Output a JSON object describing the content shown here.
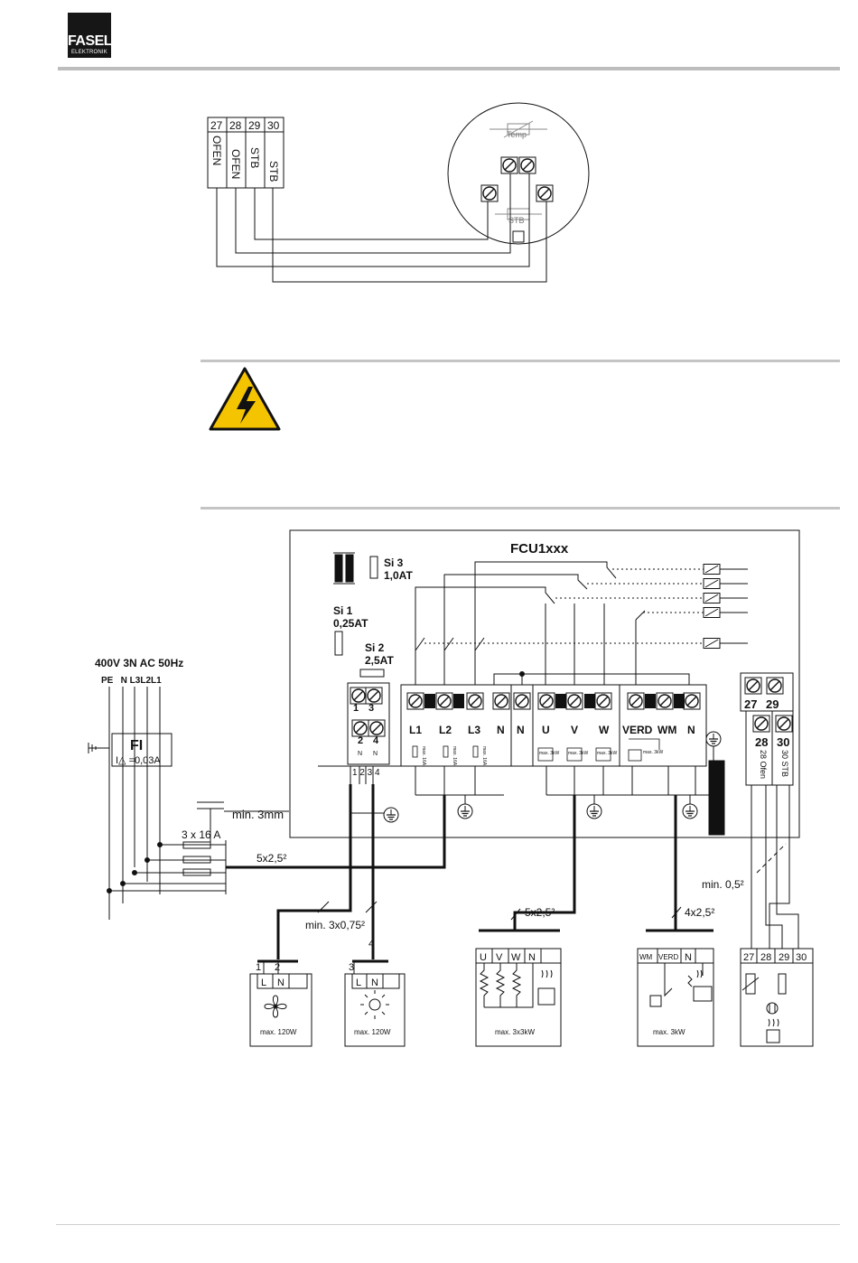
{
  "header": {
    "logo_line1": "FASEL",
    "logo_line2": "ELEKTRONIK"
  },
  "top_diagram": {
    "terminal_numbers": [
      "27",
      "28",
      "29",
      "30"
    ],
    "terminal_labels": [
      "OFEN",
      "OFEN",
      "STB",
      "STB"
    ],
    "sensor_labels": {
      "temp": "Temp",
      "stb": "STB"
    }
  },
  "warning": {
    "icon": "high-voltage-warning-icon"
  },
  "main_diagram": {
    "title": "FCU1xxx",
    "supply_label": "400V 3N AC 50Hz",
    "supply_terminals": "PE   N L3L2L1",
    "fi": {
      "title": "FI",
      "rating": "I△ =0,03A"
    },
    "fuses": [
      {
        "name": "Si 3",
        "rating": "1,0AT"
      },
      {
        "name": "Si 1",
        "rating": "0,25AT"
      },
      {
        "name": "Si 2",
        "rating": "2,5AT"
      }
    ],
    "small_terminals_top": [
      "1",
      "3"
    ],
    "small_terminals_bottom": [
      "2",
      "4"
    ],
    "small_terminals_n": [
      "N",
      "N"
    ],
    "terminal_blocks": [
      {
        "labels": [
          "L1",
          "L2",
          "L3",
          "N"
        ]
      },
      {
        "labels": [
          "N",
          "U",
          "V",
          "W"
        ]
      },
      {
        "labels": [
          "VERD",
          "WM",
          "N"
        ]
      }
    ],
    "tiny_ratings": {
      "max16A": "max. 16A",
      "max3kW": "max. 3kW"
    },
    "right_block_top": [
      "27",
      "29"
    ],
    "right_block_bottom": [
      "28",
      "30"
    ],
    "right_block_side_labels": [
      "28 Ofen",
      "30 STB"
    ],
    "cable_labels": {
      "min3mm": "min. 3mm",
      "fuses3x16": "3 x 16 A",
      "c5x25_supply": "5x2,5²",
      "c3x075": "min. 3x0,75²",
      "c5x25_heater": "5x2,5²",
      "c4x25": "4x2,5²",
      "min05": "min. 0,5²",
      "lamp_wire": "4"
    },
    "bus_numbers": "1 2 3 4",
    "loads": [
      {
        "terminal_numbers": [
          "1",
          "2"
        ],
        "terminals": [
          "L",
          "N"
        ],
        "rating": "max. 120W",
        "icon": "fan-icon"
      },
      {
        "terminal_numbers": [
          "3"
        ],
        "terminals": [
          "L",
          "N"
        ],
        "rating": "max. 120W",
        "icon": "light-icon"
      },
      {
        "terminals": [
          "U",
          "V",
          "W",
          "N"
        ],
        "rating": "max. 3x3kW",
        "icon": "heater-icon"
      },
      {
        "terminals": [
          "WM",
          "VERD",
          "N"
        ],
        "rating": "max. 3kW",
        "icon": "evaporator-icon"
      },
      {
        "terminals": [
          "27",
          "28",
          "29",
          "30"
        ],
        "icon": "oven-sensor-icon"
      }
    ]
  },
  "colors": {
    "warning_yellow": "#f5c400",
    "ink": "#111111",
    "rule_grey": "#bdbdbd"
  }
}
